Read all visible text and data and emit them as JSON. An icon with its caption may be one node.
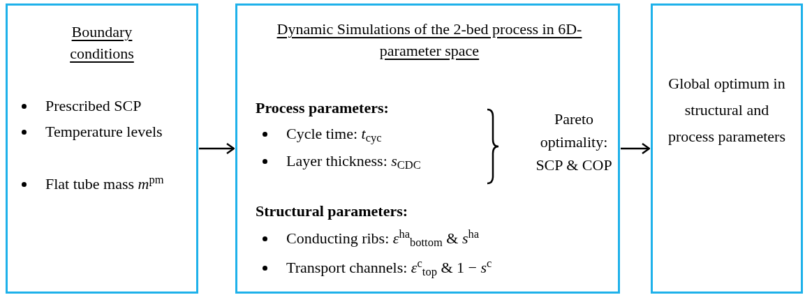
{
  "diagram": {
    "nodes": [
      {
        "text": [
          "Boundary conditions",
          "Prescribed SCP",
          "Temperature levels",
          "Flat tube mass *m*$^{pm}$"
        ]
      },
      {
        "text": [
          "Dynamic Simulations of the 2-bed process in 6D-parameter space",
          "Process parameters:",
          "Cycle time: *t*$_{cyc}$",
          "Layer thickness: *s*$_{CDC}$",
          "Structural parameters:",
          "Conducting ribs: *ε*$^{ha}$$_{bottom}$ & *s*$^{ha}$",
          "Transport channels: *ε*$^{c}$$_{top}$ & 1 − *s*$^{c}$",
          "Pareto optimality: SCP & COP"
        ]
      },
      {
        "text": [
          "Global optimum in structural and process parameters"
        ]
      }
    ],
    "edges": [
      {
        "from": 0,
        "to": 1,
        "arrow": "to"
      },
      {
        "from": 1,
        "to": 2,
        "arrow": "to"
      }
    ]
  }
}
